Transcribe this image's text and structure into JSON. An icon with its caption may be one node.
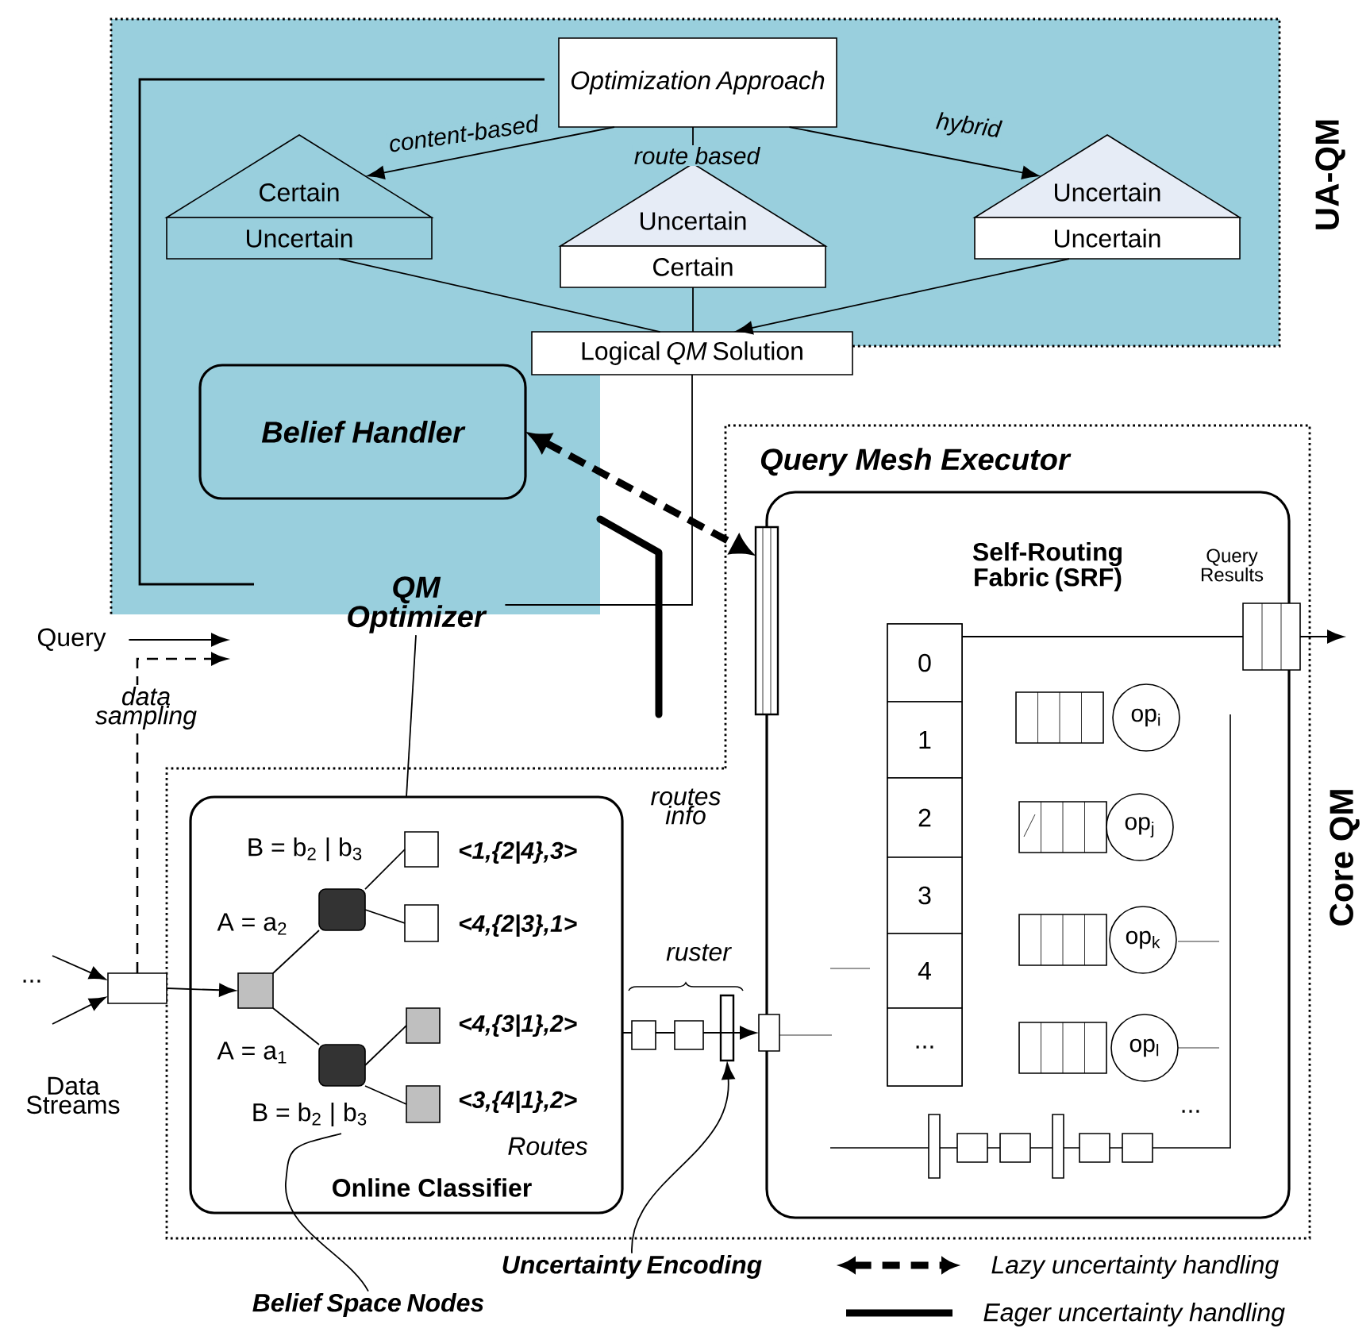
{
  "diagram": {
    "nodes": [
      {
        "text": [
          "UA-QM"
        ]
      },
      {
        "text": [
          "Optimization Approach"
        ],
        "in": 0
      },
      {
        "text": [
          "Certain",
          "Uncertain"
        ],
        "in": 0
      },
      {
        "text": [
          "Uncertain",
          "Certain"
        ],
        "in": 0
      },
      {
        "text": [
          "Uncertain",
          "Uncertain"
        ],
        "in": 0
      },
      {
        "text": [
          "Logical *QM* Solution"
        ]
      },
      {
        "text": [
          "Belief Handler"
        ],
        "in": 0
      },
      {
        "text": [
          "QM Optimizer"
        ]
      },
      {
        "text": [
          "Core QM"
        ]
      },
      {
        "text": [
          "Query Mesh Executor"
        ],
        "in": 8
      },
      {
        "text": [
          "Self-Routing Fabric (SRF)"
        ],
        "in": 9
      },
      {
        "text": [
          "0"
        ],
        "in": 10
      },
      {
        "text": [
          "1"
        ],
        "in": 10
      },
      {
        "text": [
          "2"
        ],
        "in": 10
      },
      {
        "text": [
          "3"
        ],
        "in": 10
      },
      {
        "text": [
          "4"
        ],
        "in": 10
      },
      {
        "text": [
          "..."
        ],
        "in": 10
      },
      {
        "text": [
          "Query Results"
        ],
        "in": 8
      },
      {
        "text": [
          "op$_{i}$"
        ],
        "in": 9
      },
      {
        "text": [
          "op$_{j}$"
        ],
        "in": 9
      },
      {
        "text": [
          "op$_{k}$"
        ],
        "in": 9
      },
      {
        "text": [
          "op$_{l}$"
        ],
        "in": 9
      },
      {
        "text": [],
        "shape": "bar",
        "in": 8
      },
      {
        "text": [],
        "shape": "box",
        "in": 8
      },
      {
        "text": [
          "Online Classifier"
        ],
        "in": 8
      },
      {
        "text": [],
        "shape": "box",
        "in": 24
      },
      {
        "text": [],
        "shape": "box",
        "in": 24
      },
      {
        "text": [],
        "shape": "box",
        "in": 24
      },
      {
        "text": [],
        "shape": "box",
        "in": 24,
        "beside": [
          "<1,{2|4},3>"
        ]
      },
      {
        "text": [],
        "shape": "box",
        "in": 24,
        "beside": [
          "<4,{2|3},1>"
        ]
      },
      {
        "text": [],
        "shape": "box",
        "in": 24,
        "beside": [
          "<4,{3|1},2>"
        ]
      },
      {
        "text": [],
        "shape": "box",
        "in": 24,
        "beside": [
          "<3,{4|1},2>"
        ]
      },
      {
        "text": [
          "Query"
        ]
      },
      {
        "text": [],
        "shape": "box",
        "beside": [
          "Data Streams"
        ]
      },
      {
        "text": [],
        "shape": "bar",
        "in": 8
      },
      {
        "text": [
          "Uncertainty Encoding"
        ]
      },
      {
        "text": [
          "Belief Space Nodes"
        ]
      }
    ],
    "edges": [
      {
        "from": 1,
        "to": 2,
        "arrow": "to",
        "label": "content-based"
      },
      {
        "from": 1,
        "to": 3,
        "arrow": "none",
        "label": "route based"
      },
      {
        "from": 1,
        "to": 4,
        "arrow": "to",
        "label": "hybrid"
      },
      {
        "from": 2,
        "to": 5,
        "arrow": "none"
      },
      {
        "from": 3,
        "to": 5,
        "arrow": "none"
      },
      {
        "from": 4,
        "to": 5,
        "arrow": "to"
      },
      {
        "from": 5,
        "to": 7,
        "arrow": "none"
      },
      {
        "from": 6,
        "to": 22,
        "arrow": "both",
        "style": "dashed"
      },
      {
        "from": 7,
        "to": 24,
        "arrow": "none"
      },
      {
        "from": 32,
        "to": null,
        "arrow": "to"
      },
      {
        "from": 33,
        "to": null,
        "arrow": "to",
        "style": "dashed",
        "label": "data sampling"
      },
      {
        "from": null,
        "to": 33,
        "arrow": "to"
      },
      {
        "from": null,
        "to": 33,
        "arrow": "to"
      },
      {
        "from": 33,
        "to": 25,
        "arrow": "to"
      },
      {
        "from": 25,
        "to": 26,
        "arrow": "none",
        "label": "A = a$_{2}$"
      },
      {
        "from": 25,
        "to": 27,
        "arrow": "none",
        "label": "A = a$_{1}$"
      },
      {
        "from": 26,
        "to": 28,
        "arrow": "none",
        "label": "B = b$_{2}$ | b$_{3}$"
      },
      {
        "from": 26,
        "to": 29,
        "arrow": "none"
      },
      {
        "from": 27,
        "to": 30,
        "arrow": "none"
      },
      {
        "from": 27,
        "to": 31,
        "arrow": "none",
        "label": "B = b$_{2}$ | b$_{3}$"
      },
      {
        "from": 24,
        "to": 23,
        "arrow": "to"
      },
      {
        "from": 35,
        "to": 34,
        "arrow": "to"
      },
      {
        "from": 36,
        "to": null,
        "arrow": "none"
      },
      {
        "from": 11,
        "to": 17,
        "arrow": "none"
      },
      {
        "from": 17,
        "to": null,
        "arrow": "to"
      }
    ],
    "labels": [
      "routes info",
      "ruster",
      "...",
      "Routes",
      "..."
    ],
    "legend": [
      {
        "text": "Lazy uncertainty handling"
      },
      {
        "text": "Eager uncertainty handling"
      }
    ]
  }
}
